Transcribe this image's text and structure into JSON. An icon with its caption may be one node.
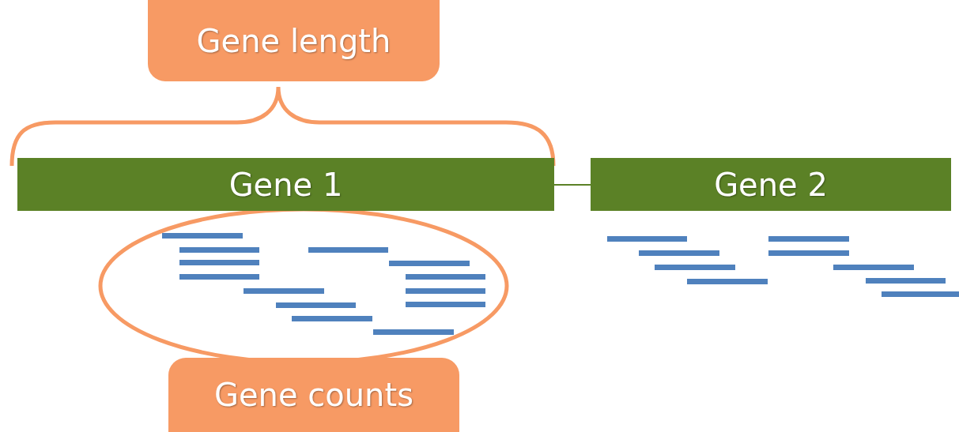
{
  "diagram": {
    "nodes": [
      {
        "text": [
          "Gene length"
        ]
      },
      {
        "text": [
          "Gene 1"
        ]
      },
      {
        "text": [
          "Gene 2"
        ]
      },
      {
        "text": [
          "Gene counts"
        ]
      }
    ],
    "edges": [
      {
        "from": 1,
        "to": 2,
        "arrow": "none"
      }
    ]
  }
}
